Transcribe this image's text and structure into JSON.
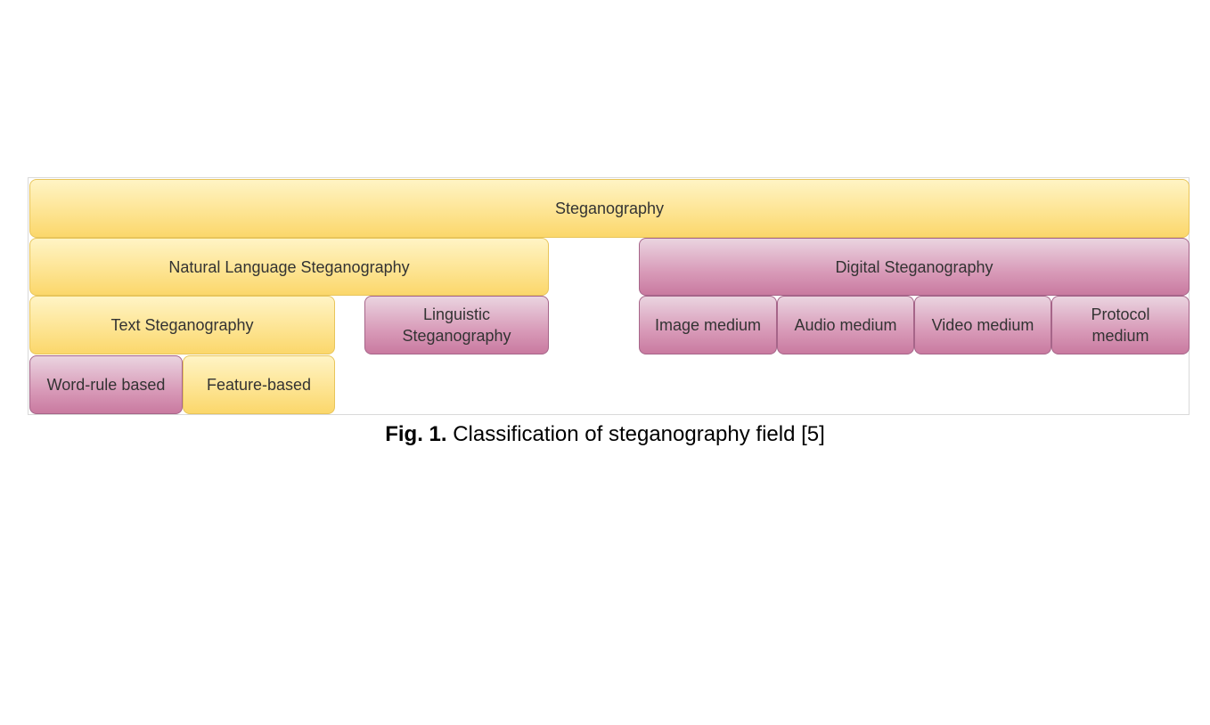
{
  "diagram": {
    "root": {
      "label": "Steganography",
      "color": "#fde38f"
    },
    "natural_language": {
      "label": "Natural Language Steganography",
      "color": "#fde38f"
    },
    "digital": {
      "label": "Digital Steganography",
      "color": "#d89ab8"
    },
    "text": {
      "label": "Text Steganography",
      "color": "#fde38f"
    },
    "linguistic": {
      "label": "Linguistic\nSteganography",
      "color": "#d89ab8"
    },
    "word_rule": {
      "label": "Word-rule based",
      "color": "#d89ab8"
    },
    "feature": {
      "label": "Feature-based",
      "color": "#fde38f"
    },
    "image": {
      "label": "Image medium",
      "color": "#d89ab8"
    },
    "audio": {
      "label": "Audio medium",
      "color": "#d89ab8"
    },
    "video": {
      "label": "Video medium",
      "color": "#d89ab8"
    },
    "protocol": {
      "label": "Protocol\nmedium",
      "color": "#d89ab8"
    }
  },
  "caption": {
    "prefix": "Fig. 1.",
    "text": " Classification of steganography field [5]"
  }
}
